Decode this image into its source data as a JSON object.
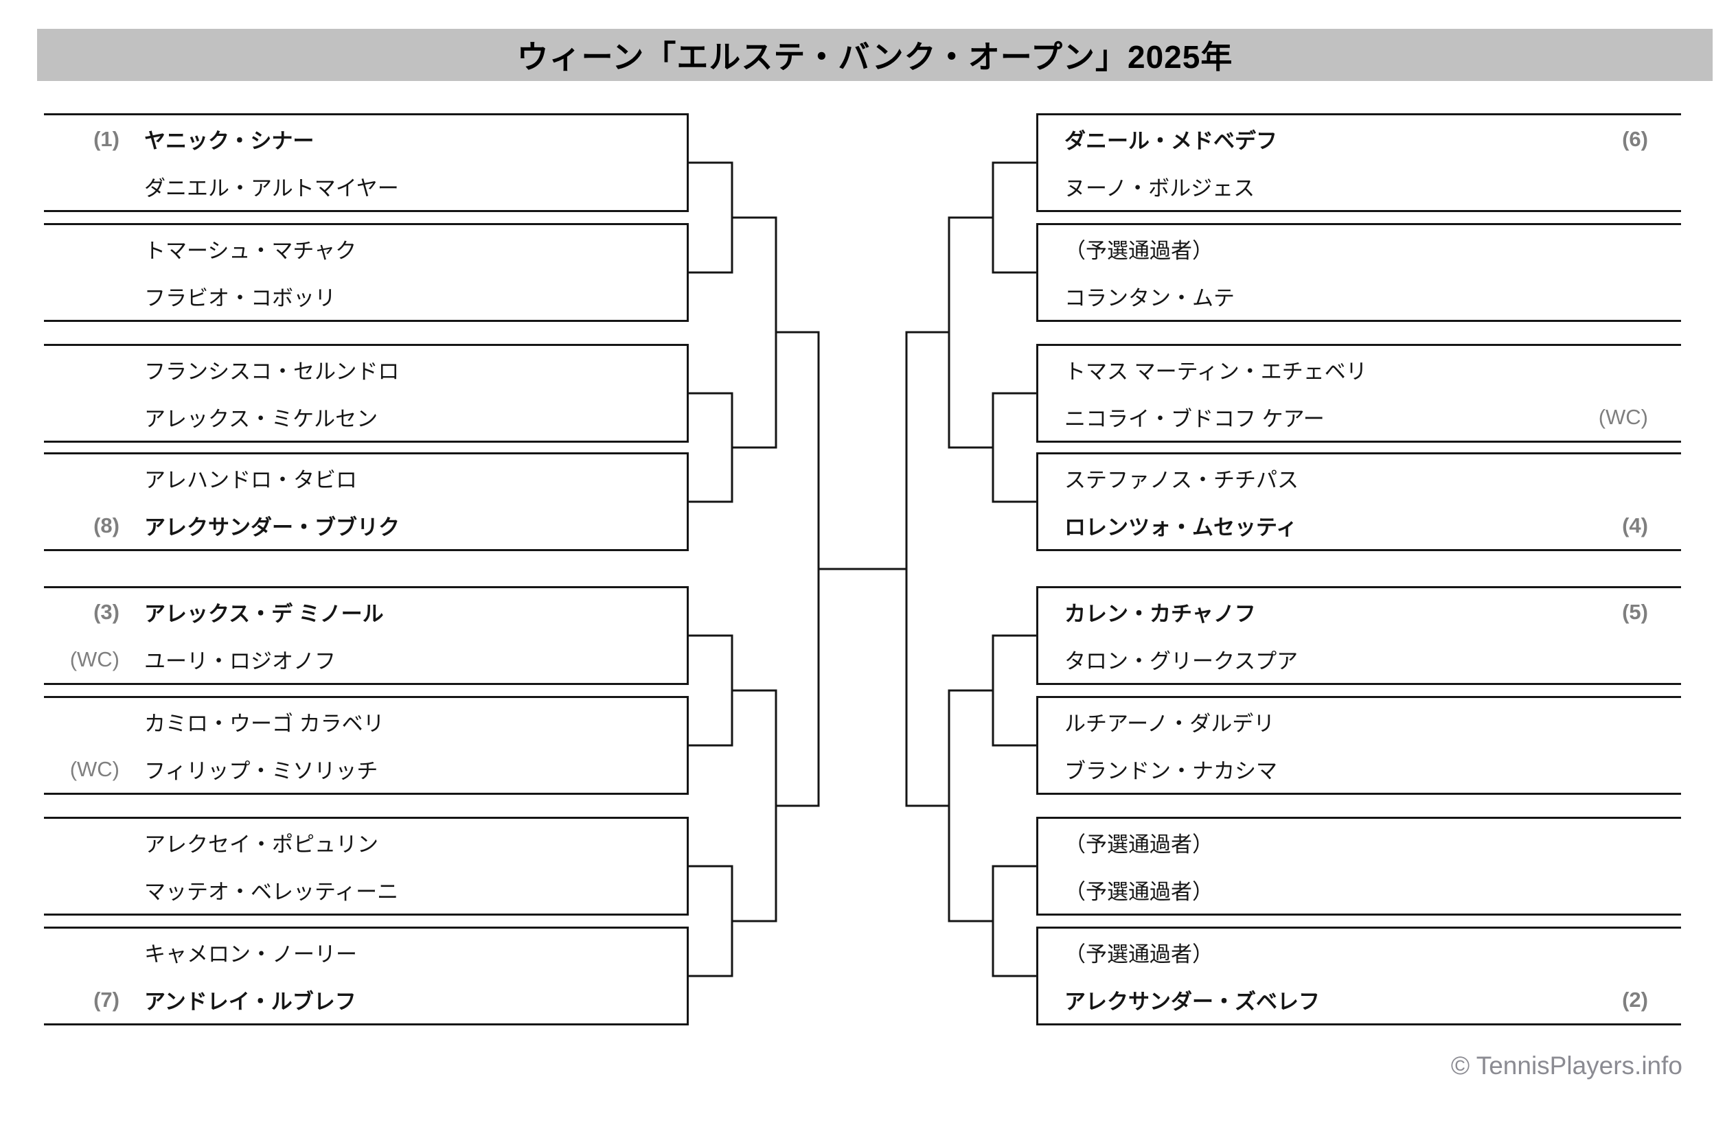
{
  "title": "ウィーン「エルステ・バンク・オープン」2025年",
  "footer": "© TennisPlayers.info",
  "colors": {
    "title_bar_bg": "#c1c1c1",
    "title_text": "#000000",
    "line_color": "#151515",
    "seed_color": "#7f7f7f",
    "footer_color": "#8b8b92",
    "background": "#ffffff"
  },
  "bracket": {
    "left": [
      {
        "p1": {
          "tag": "(1)",
          "name": "ヤニック・シナー"
        },
        "p2": {
          "tag": "",
          "name": "ダニエル・アルトマイヤー"
        }
      },
      {
        "p1": {
          "tag": "",
          "name": "トマーシュ・マチャク"
        },
        "p2": {
          "tag": "",
          "name": "フラビオ・コボッリ"
        }
      },
      {
        "p1": {
          "tag": "",
          "name": "フランシスコ・セルンドロ"
        },
        "p2": {
          "tag": "",
          "name": "アレックス・ミケルセン"
        }
      },
      {
        "p1": {
          "tag": "",
          "name": "アレハンドロ・タビロ"
        },
        "p2": {
          "tag": "(8)",
          "name": "アレクサンダー・ブブリク"
        }
      },
      {
        "p1": {
          "tag": "(3)",
          "name": "アレックス・デ ミノール"
        },
        "p2": {
          "tag": "(WC)",
          "name": "ユーリ・ロジオノフ"
        }
      },
      {
        "p1": {
          "tag": "",
          "name": "カミロ・ウーゴ カラベリ"
        },
        "p2": {
          "tag": "(WC)",
          "name": "フィリップ・ミソリッチ"
        }
      },
      {
        "p1": {
          "tag": "",
          "name": "アレクセイ・ポピュリン"
        },
        "p2": {
          "tag": "",
          "name": "マッテオ・ベレッティーニ"
        }
      },
      {
        "p1": {
          "tag": "",
          "name": "キャメロン・ノーリー"
        },
        "p2": {
          "tag": "(7)",
          "name": "アンドレイ・ルブレフ"
        }
      }
    ],
    "right": [
      {
        "p1": {
          "tag": "(6)",
          "name": "ダニール・メドベデフ"
        },
        "p2": {
          "tag": "",
          "name": "ヌーノ・ボルジェス"
        }
      },
      {
        "p1": {
          "tag": "",
          "name": "（予選通過者）"
        },
        "p2": {
          "tag": "",
          "name": "コランタン・ムテ"
        }
      },
      {
        "p1": {
          "tag": "",
          "name": "トマス マーティン・エチェベリ"
        },
        "p2": {
          "tag": "(WC)",
          "name": "ニコライ・ブドコフ ケアー"
        }
      },
      {
        "p1": {
          "tag": "",
          "name": "ステファノス・チチパス"
        },
        "p2": {
          "tag": "(4)",
          "name": "ロレンツォ・ムセッティ"
        }
      },
      {
        "p1": {
          "tag": "(5)",
          "name": "カレン・カチャノフ"
        },
        "p2": {
          "tag": "",
          "name": "タロン・グリークスプア"
        }
      },
      {
        "p1": {
          "tag": "",
          "name": "ルチアーノ・ダルデリ"
        },
        "p2": {
          "tag": "",
          "name": "ブランドン・ナカシマ"
        }
      },
      {
        "p1": {
          "tag": "",
          "name": "（予選通過者）"
        },
        "p2": {
          "tag": "",
          "name": "（予選通過者）"
        }
      },
      {
        "p1": {
          "tag": "",
          "name": "（予選通過者）"
        },
        "p2": {
          "tag": "(2)",
          "name": "アレクサンダー・ズベレフ"
        }
      }
    ]
  }
}
